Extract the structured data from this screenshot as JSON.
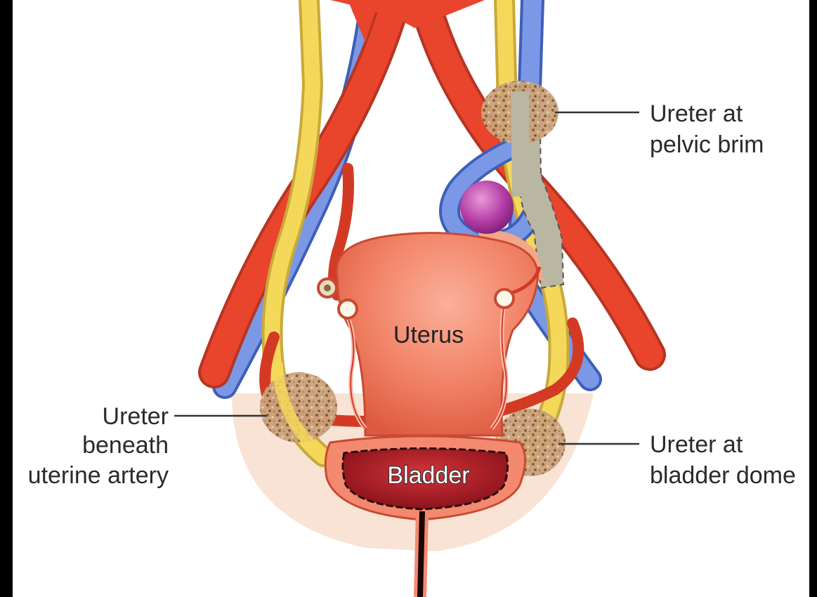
{
  "organs": {
    "uterus": "Uterus",
    "bladder": "Bladder"
  },
  "callouts": {
    "pelvic_brim": [
      "Ureter at",
      "pelvic brim"
    ],
    "uterine_artery": [
      "Ureter",
      "beneath",
      "uterine artery"
    ],
    "bladder_dome": [
      "Ureter at",
      "bladder dome"
    ]
  },
  "colors": {
    "artery": "#e8452c",
    "vein": "#6f8ee0",
    "ureter": "#f4d85a",
    "uterus": "#f07f62",
    "bladder_wall": "#f38a70",
    "bladder_lumen": "#a3171f",
    "background": "#ffffff",
    "frame": "#000000"
  }
}
